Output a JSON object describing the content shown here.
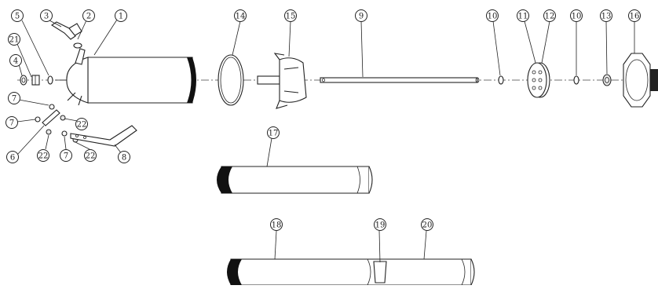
{
  "callouts": [
    {
      "id": "c1",
      "label": "1"
    },
    {
      "id": "c2",
      "label": "2"
    },
    {
      "id": "c3",
      "label": "3"
    },
    {
      "id": "c4",
      "label": "4"
    },
    {
      "id": "c5",
      "label": "5"
    },
    {
      "id": "c6",
      "label": "6"
    },
    {
      "id": "c7a",
      "label": "7"
    },
    {
      "id": "c7b",
      "label": "7"
    },
    {
      "id": "c7c",
      "label": "7"
    },
    {
      "id": "c8",
      "label": "8"
    },
    {
      "id": "c9",
      "label": "9"
    },
    {
      "id": "c10a",
      "label": "10"
    },
    {
      "id": "c10b",
      "label": "10"
    },
    {
      "id": "c11",
      "label": "11"
    },
    {
      "id": "c12",
      "label": "12"
    },
    {
      "id": "c13",
      "label": "13"
    },
    {
      "id": "c14",
      "label": "14"
    },
    {
      "id": "c15",
      "label": "15"
    },
    {
      "id": "c16",
      "label": "16"
    },
    {
      "id": "c17",
      "label": "17"
    },
    {
      "id": "c18",
      "label": "18"
    },
    {
      "id": "c19",
      "label": "19"
    },
    {
      "id": "c20",
      "label": "20"
    },
    {
      "id": "c21",
      "label": "21"
    },
    {
      "id": "c22a",
      "label": "22"
    },
    {
      "id": "c22b",
      "label": "22"
    },
    {
      "id": "c22c",
      "label": "22"
    }
  ]
}
